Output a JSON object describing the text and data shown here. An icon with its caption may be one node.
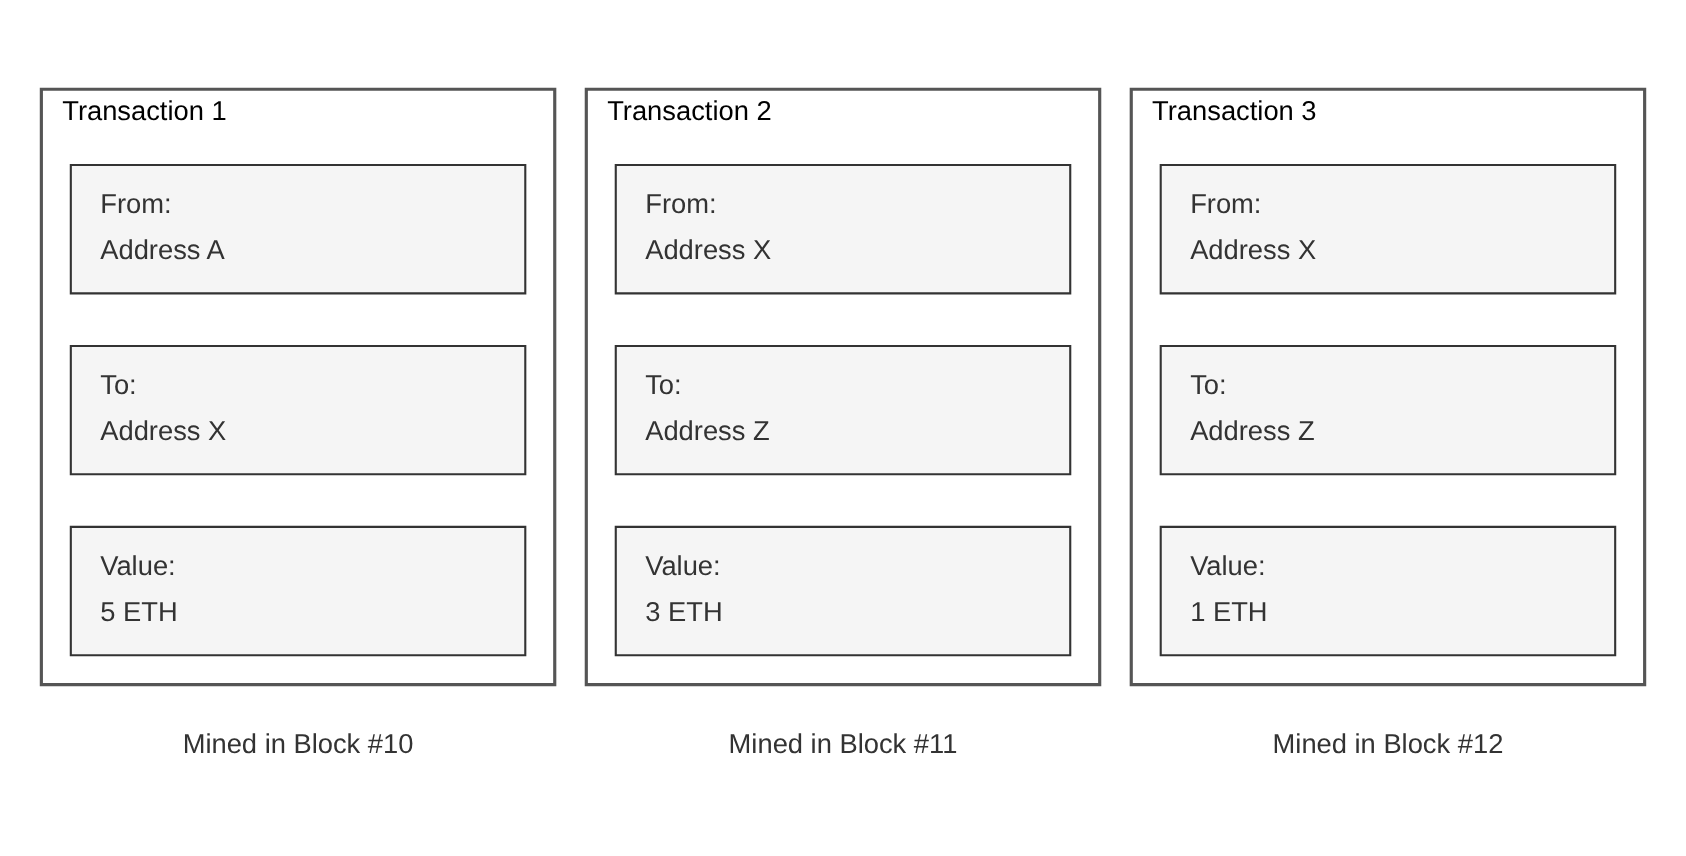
{
  "diagram": {
    "nodes": [
      {
        "text": [
          "Transaction 1"
        ],
        "beside": [
          "Mined in Block #10"
        ]
      },
      {
        "text": [
          "From:",
          "Address A"
        ],
        "in": 0
      },
      {
        "text": [
          "To:",
          "Address X"
        ],
        "in": 0
      },
      {
        "text": [
          "Value:",
          "5 ETH"
        ],
        "in": 0
      },
      {
        "text": [
          "Transaction 2"
        ],
        "beside": [
          "Mined in Block #11"
        ]
      },
      {
        "text": [
          "From:",
          "Address X"
        ],
        "in": 4
      },
      {
        "text": [
          "To:",
          "Address Z"
        ],
        "in": 4
      },
      {
        "text": [
          "Value:",
          "3 ETH"
        ],
        "in": 4
      },
      {
        "text": [
          "Transaction 3"
        ],
        "beside": [
          "Mined in Block #12"
        ]
      },
      {
        "text": [
          "From:",
          "Address X"
        ],
        "in": 8
      },
      {
        "text": [
          "To:",
          "Address Z"
        ],
        "in": 8
      },
      {
        "text": [
          "Value:",
          "1 ETH"
        ],
        "in": 8
      }
    ]
  }
}
